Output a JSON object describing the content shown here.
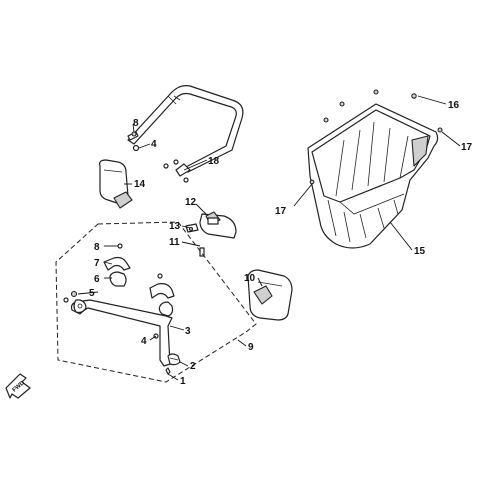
{
  "diagram": {
    "callouts": {
      "c1": "1",
      "c2": "2",
      "c3": "3",
      "c4a": "4",
      "c4b": "4",
      "c5": "5",
      "c6": "6",
      "c7": "7",
      "c8a": "8",
      "c8b": "8",
      "c9": "9",
      "c10": "10",
      "c11": "11",
      "c12": "12",
      "c13": "13",
      "c14": "14",
      "c15": "15",
      "c16": "16",
      "c17a": "17",
      "c17b": "17",
      "c18": "18"
    },
    "direction_badge": "FWD"
  }
}
